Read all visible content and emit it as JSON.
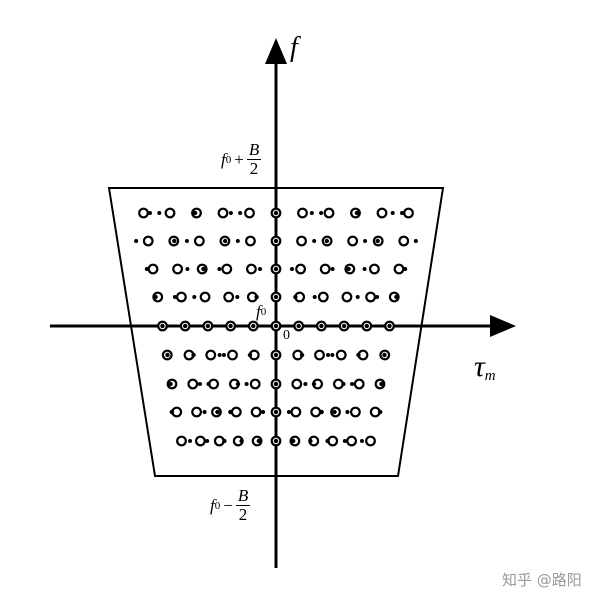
{
  "axes": {
    "vertical_label": "f",
    "horizontal_label": "τ",
    "horizontal_label_sub": "m",
    "origin_label": "0"
  },
  "labels": {
    "top_band": {
      "base": "f",
      "base_sub": "0",
      "op": "+",
      "num": "B",
      "den": "2"
    },
    "bottom_band": {
      "base": "f",
      "base_sub": "0",
      "op": "−",
      "num": "B",
      "den": "2"
    },
    "center": {
      "base": "f",
      "base_sub": "0"
    }
  },
  "watermark": "知乎 @路阳"
}
